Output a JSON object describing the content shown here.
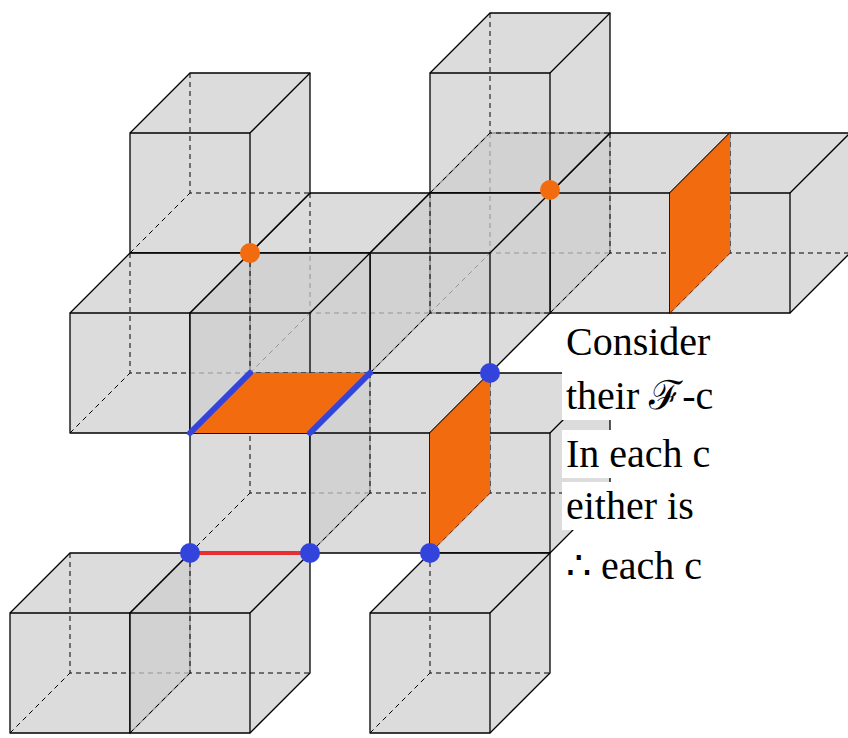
{
  "diagram": {
    "labels": [
      "Consider",
      "their ℱ-c",
      "In each c",
      "either is",
      "∴ each c"
    ]
  }
}
